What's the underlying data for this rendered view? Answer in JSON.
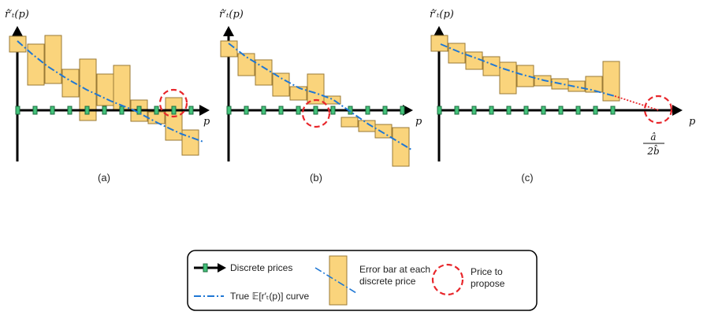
{
  "panels": [
    {
      "caption": "(a)",
      "ylabel": "r̂′ₜ(p)",
      "xlabel": "p"
    },
    {
      "caption": "(b)",
      "ylabel": "r̂′ₜ(p)",
      "xlabel": "p"
    },
    {
      "caption": "(c)",
      "ylabel": "r̂′ₜ(p)",
      "xlabel": "p",
      "root_numerator": "â",
      "root_denominator": "2b̂"
    }
  ],
  "legend": {
    "discrete_prices": "Discrete prices",
    "true_curve": "True 𝔼[r′ₜ(p)] curve",
    "error_bar_line1": "Error bar at each",
    "error_bar_line2": "discrete price",
    "propose_line1": "Price to",
    "propose_line2": "propose"
  },
  "colors": {
    "error_bar_fill": "#FAD47C",
    "error_bar_stroke": "#9A7A36",
    "true_curve": "#1F77D4",
    "price_marker": "#43C27A",
    "propose_circle": "#E8262B",
    "axis": "#000000"
  },
  "icons": {
    "axis_arrow": "right-arrow-icon",
    "price_tick": "green-tick-icon",
    "propose": "dashed-circle-icon"
  }
}
